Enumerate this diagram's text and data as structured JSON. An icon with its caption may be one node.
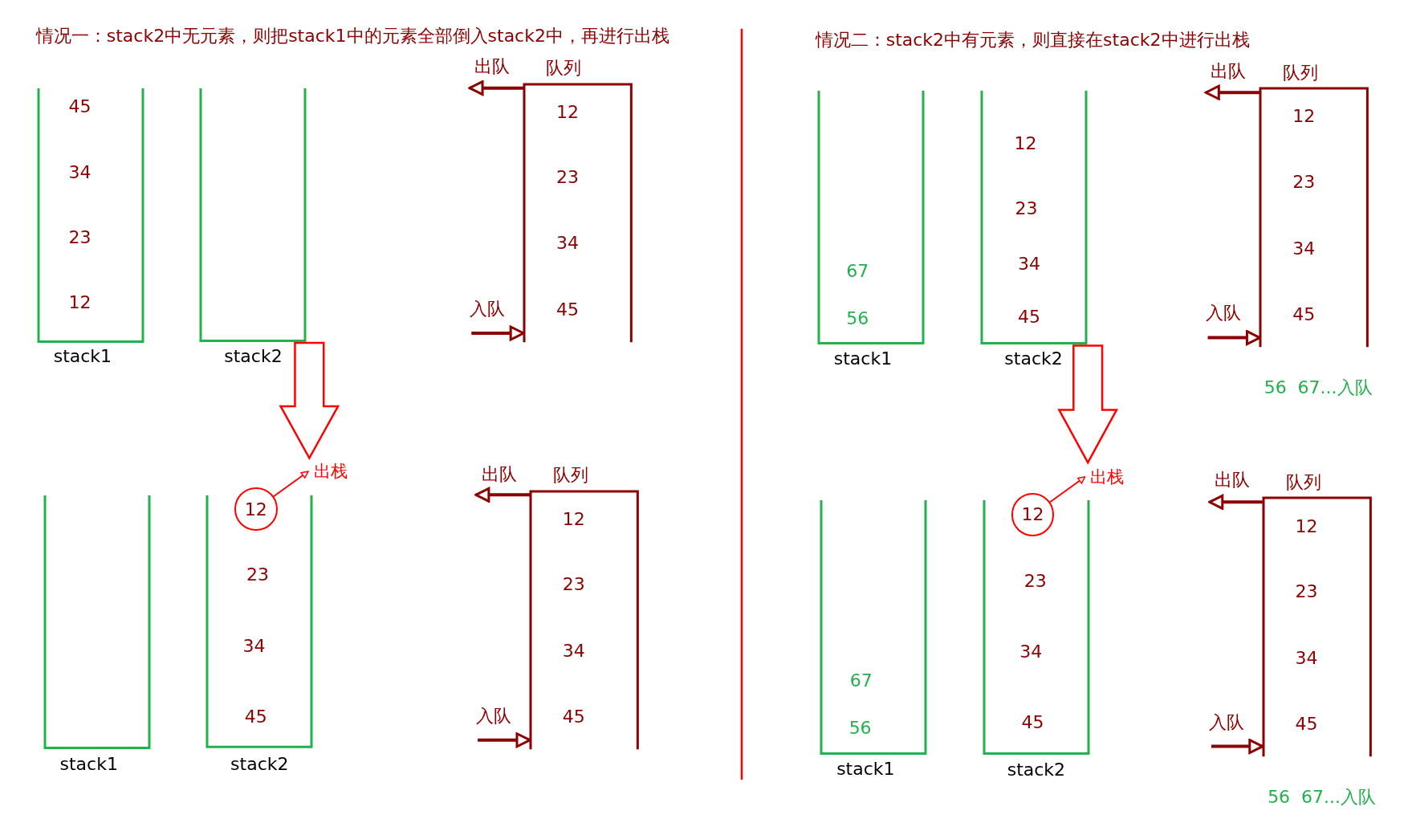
{
  "diagram": {
    "nodes": [
      {
        "text": [
          "45",
          "34",
          "23",
          "12"
        ],
        "beside": [
          "stack1"
        ]
      },
      {
        "text": [],
        "shape": "box",
        "beside": [
          "stack2"
        ]
      },
      {
        "text": [
          "队列",
          "12",
          "23",
          "34",
          "45"
        ]
      },
      {
        "text": [],
        "shape": "box",
        "beside": [
          "stack1"
        ]
      },
      {
        "text": [
          "23",
          "34",
          "45"
        ],
        "beside": [
          "stack2"
        ]
      },
      {
        "text": [
          "12"
        ],
        "in": 4
      },
      {
        "text": [
          "出栈"
        ]
      },
      {
        "text": [
          "队列",
          "12",
          "23",
          "34",
          "45"
        ]
      },
      {
        "text": [
          "67",
          "56"
        ],
        "beside": [
          "stack1"
        ]
      },
      {
        "text": [
          "12",
          "23",
          "34",
          "45"
        ],
        "beside": [
          "stack2"
        ]
      },
      {
        "text": [
          "队列",
          "12",
          "23",
          "34",
          "45"
        ],
        "beside": [
          "56  67...入队"
        ]
      },
      {
        "text": [
          "67",
          "56"
        ],
        "beside": [
          "stack1"
        ]
      },
      {
        "text": [
          "23",
          "34",
          "45"
        ],
        "beside": [
          "stack2"
        ]
      },
      {
        "text": [
          "12"
        ],
        "in": 12
      },
      {
        "text": [
          "出栈"
        ]
      },
      {
        "text": [
          "队列",
          "12",
          "23",
          "34",
          "45"
        ],
        "beside": [
          "56  67...入队"
        ]
      }
    ],
    "edges": [
      {
        "from": 2,
        "to": null,
        "arrow": "to",
        "label": "出队"
      },
      {
        "from": null,
        "to": 2,
        "arrow": "to",
        "label": "入队"
      },
      {
        "from": 5,
        "to": 6,
        "arrow": "to",
        "color": "#ff0000"
      },
      {
        "from": 1,
        "to": 4,
        "arrow": "to",
        "color": "#ff0000",
        "style": "thick"
      },
      {
        "from": 9,
        "to": 12,
        "arrow": "to",
        "color": "#ff0000",
        "style": "thick"
      },
      {
        "from": 7,
        "to": null,
        "arrow": "to",
        "label": "出队"
      },
      {
        "from": null,
        "to": 7,
        "arrow": "to",
        "label": "入队"
      },
      {
        "from": 10,
        "to": null,
        "arrow": "to",
        "label": "出队"
      },
      {
        "from": null,
        "to": 10,
        "arrow": "to",
        "label": "入队"
      },
      {
        "from": 13,
        "to": 14,
        "arrow": "to",
        "color": "#ff0000"
      },
      {
        "from": 15,
        "to": null,
        "arrow": "to",
        "label": "出队"
      },
      {
        "from": null,
        "to": 15,
        "arrow": "to",
        "label": "入队"
      }
    ],
    "labels": [
      "情况一：stack2中无元素，则把stack1中的元素全部倒入stack2中，再进行出栈",
      "情况二：stack2中有元素，则直接在stack2中进行出栈"
    ]
  }
}
